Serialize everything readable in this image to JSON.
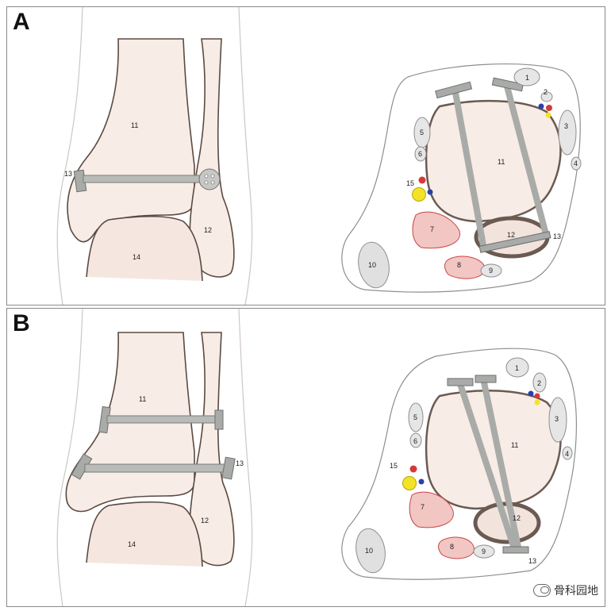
{
  "panels": [
    {
      "letter": "A",
      "front_labels": {
        "tibia": "11",
        "fibula": "12",
        "screw": "13",
        "talus": "14"
      },
      "cross_labels": [
        "1",
        "2",
        "3",
        "4",
        "5",
        "6",
        "7",
        "8",
        "9",
        "10",
        "11",
        "12",
        "13",
        "15"
      ]
    },
    {
      "letter": "B",
      "front_labels": {
        "tibia": "11",
        "fibula": "12",
        "screw": "13",
        "talus": "14"
      },
      "cross_labels": [
        "1",
        "2",
        "3",
        "4",
        "5",
        "6",
        "7",
        "8",
        "9",
        "10",
        "11",
        "12",
        "13",
        "15"
      ]
    }
  ],
  "watermark": "骨科园地",
  "colors": {
    "bone_fill": "#f7ece6",
    "bone_outline": "#6b5a52",
    "hardware": "#a9aba8",
    "tendon": "#e6e6e6",
    "muscle_red": "#f1c6c3",
    "artery_red": "#d53a3a",
    "vein_blue": "#2c3fa8",
    "nerve_yellow": "#f2e326"
  }
}
